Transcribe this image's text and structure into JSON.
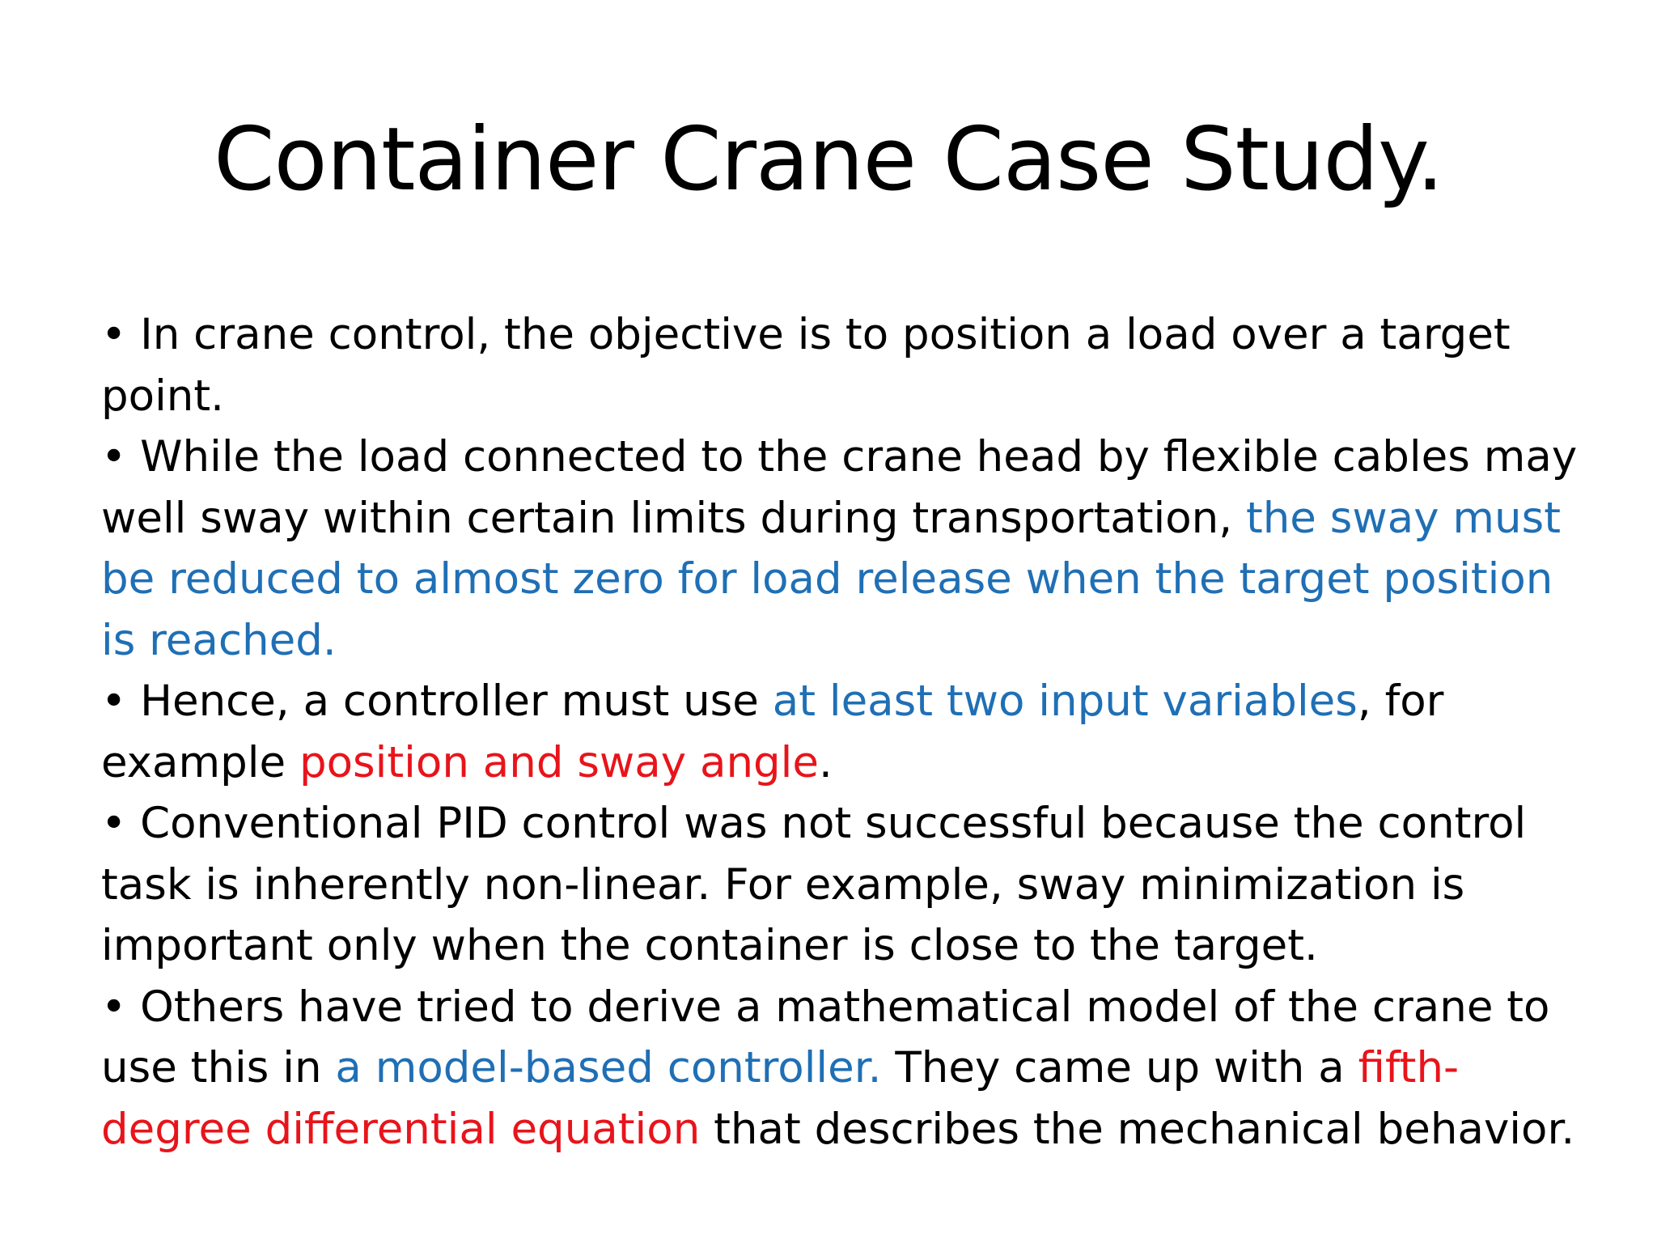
{
  "slide": {
    "title": "Container Crane Case Study.",
    "bullets": [
      {
        "segments": [
          {
            "text": "• In crane control, the objective is to position a load over a target point.",
            "color": "black"
          }
        ]
      },
      {
        "segments": [
          {
            "text": "• While the load connected to the crane head by flexible cables may well sway within certain limits during transportation, ",
            "color": "black"
          },
          {
            "text": "the sway must be reduced to almost zero for load release when the target position is reached.",
            "color": "blue"
          }
        ]
      },
      {
        "segments": [
          {
            "text": "• Hence, a controller must use ",
            "color": "black"
          },
          {
            "text": "at least two input variables",
            "color": "blue"
          },
          {
            "text": ", for example ",
            "color": "black"
          },
          {
            "text": "position and sway angle",
            "color": "red"
          },
          {
            "text": ".",
            "color": "black"
          }
        ]
      },
      {
        "segments": [
          {
            "text": "• Conventional PID control was not successful because the control task is inherently non-linear. For example, sway minimization is important only when the container is close to the target.",
            "color": "black"
          }
        ]
      },
      {
        "segments": [
          {
            "text": "• Others have tried to derive a mathematical model of the crane to use this in ",
            "color": "black"
          },
          {
            "text": "a model-based controller.",
            "color": "blue"
          },
          {
            "text": " They came up with a ",
            "color": "black"
          },
          {
            "text": "fifth-degree differential equation",
            "color": "red"
          },
          {
            "text": " that describes the mechanical behavior.",
            "color": "black"
          }
        ]
      }
    ]
  },
  "colors": {
    "black": "#000000",
    "blue": "#1f6fb5",
    "red": "#e8141b",
    "background": "#ffffff"
  }
}
